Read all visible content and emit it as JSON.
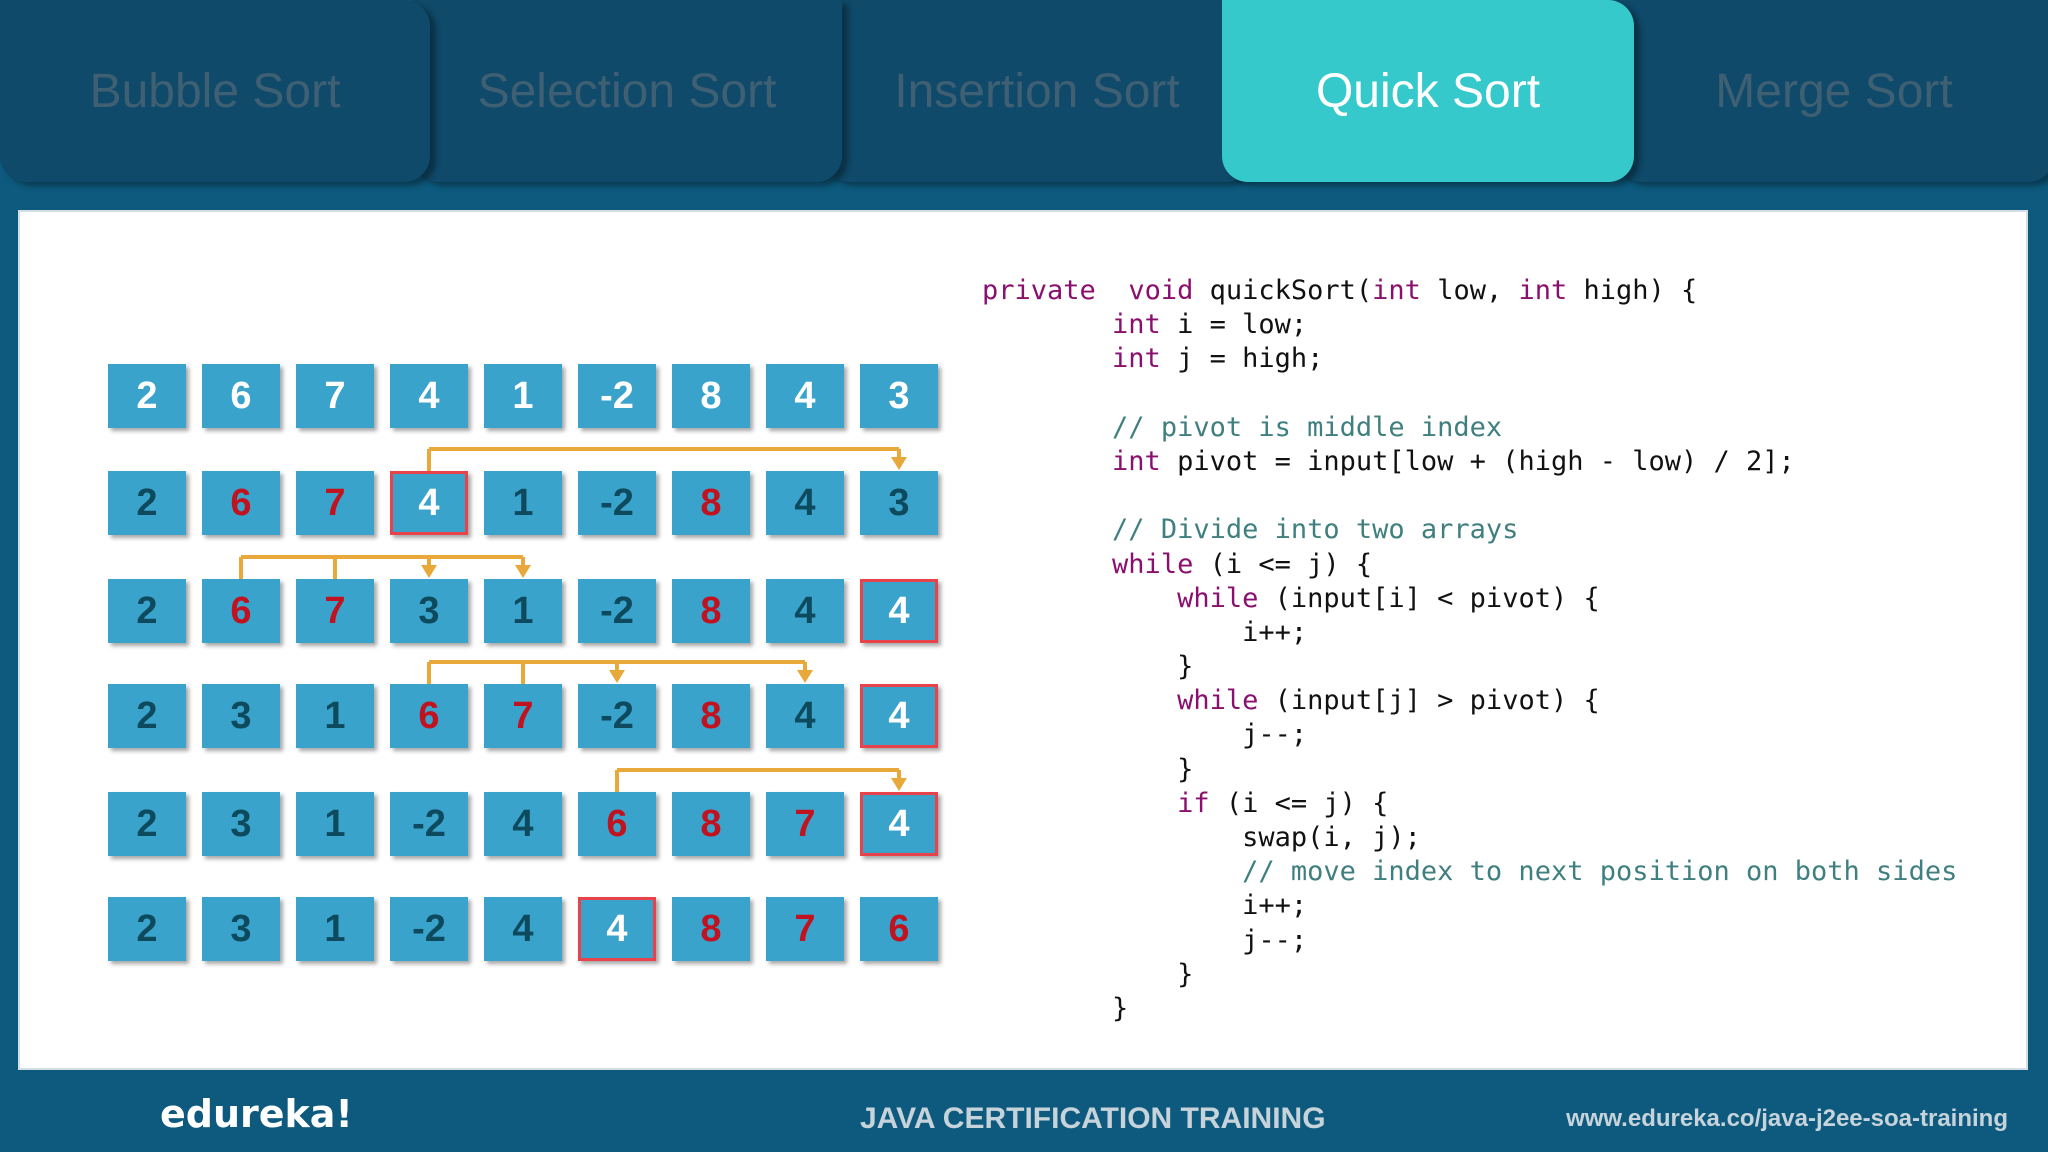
{
  "tabs": [
    {
      "label": "Bubble Sort",
      "active": false
    },
    {
      "label": "Selection Sort",
      "active": false
    },
    {
      "label": "Insertion Sort",
      "active": false
    },
    {
      "label": "Quick Sort",
      "active": true
    },
    {
      "label": "Merge Sort",
      "active": false
    }
  ],
  "grid": {
    "rows": [
      [
        {
          "v": "2",
          "c": "white"
        },
        {
          "v": "6",
          "c": "white"
        },
        {
          "v": "7",
          "c": "white"
        },
        {
          "v": "4",
          "c": "white"
        },
        {
          "v": "1",
          "c": "white"
        },
        {
          "v": "-2",
          "c": "white"
        },
        {
          "v": "8",
          "c": "white"
        },
        {
          "v": "4",
          "c": "white"
        },
        {
          "v": "3",
          "c": "white"
        }
      ],
      [
        {
          "v": "2",
          "c": "dark"
        },
        {
          "v": "6",
          "c": "red"
        },
        {
          "v": "7",
          "c": "red"
        },
        {
          "v": "4",
          "c": "white",
          "boxed": true
        },
        {
          "v": "1",
          "c": "dark"
        },
        {
          "v": "-2",
          "c": "dark"
        },
        {
          "v": "8",
          "c": "red"
        },
        {
          "v": "4",
          "c": "dark"
        },
        {
          "v": "3",
          "c": "dark"
        }
      ],
      [
        {
          "v": "2",
          "c": "dark"
        },
        {
          "v": "6",
          "c": "red"
        },
        {
          "v": "7",
          "c": "red"
        },
        {
          "v": "3",
          "c": "dark"
        },
        {
          "v": "1",
          "c": "dark"
        },
        {
          "v": "-2",
          "c": "dark"
        },
        {
          "v": "8",
          "c": "red"
        },
        {
          "v": "4",
          "c": "dark"
        },
        {
          "v": "4",
          "c": "white",
          "boxed": true
        }
      ],
      [
        {
          "v": "2",
          "c": "dark"
        },
        {
          "v": "3",
          "c": "dark"
        },
        {
          "v": "1",
          "c": "dark"
        },
        {
          "v": "6",
          "c": "red"
        },
        {
          "v": "7",
          "c": "red"
        },
        {
          "v": "-2",
          "c": "dark"
        },
        {
          "v": "8",
          "c": "red"
        },
        {
          "v": "4",
          "c": "dark"
        },
        {
          "v": "4",
          "c": "white",
          "boxed": true
        }
      ],
      [
        {
          "v": "2",
          "c": "dark"
        },
        {
          "v": "3",
          "c": "dark"
        },
        {
          "v": "1",
          "c": "dark"
        },
        {
          "v": "-2",
          "c": "dark"
        },
        {
          "v": "4",
          "c": "dark"
        },
        {
          "v": "6",
          "c": "red"
        },
        {
          "v": "8",
          "c": "red"
        },
        {
          "v": "7",
          "c": "red"
        },
        {
          "v": "4",
          "c": "white",
          "boxed": true
        }
      ],
      [
        {
          "v": "2",
          "c": "dark"
        },
        {
          "v": "3",
          "c": "dark"
        },
        {
          "v": "1",
          "c": "dark"
        },
        {
          "v": "-2",
          "c": "dark"
        },
        {
          "v": "4",
          "c": "dark"
        },
        {
          "v": "4",
          "c": "white",
          "boxed": true
        },
        {
          "v": "8",
          "c": "red"
        },
        {
          "v": "7",
          "c": "red"
        },
        {
          "v": "6",
          "c": "red"
        }
      ]
    ],
    "arrows": [
      {
        "gap": 1,
        "from": 3,
        "to": 8,
        "arrowhead_at": [
          8
        ]
      },
      {
        "gap": 2,
        "from": 1,
        "to": 4,
        "joints": [
          2
        ],
        "arrowhead_at": [
          3,
          4
        ]
      },
      {
        "gap": 3,
        "from": 3,
        "to": 7,
        "joints": [
          4
        ],
        "arrowhead_at": [
          5,
          7
        ]
      },
      {
        "gap": 4,
        "from": 5,
        "to": 8,
        "arrowhead_at": [
          8
        ]
      }
    ]
  },
  "code": {
    "lines": [
      [
        [
          "kw",
          "private"
        ],
        [
          "",
          "  "
        ],
        [
          "kw",
          "void"
        ],
        [
          "",
          " quickSort("
        ],
        [
          "kw",
          "int"
        ],
        [
          "",
          " low, "
        ],
        [
          "kw",
          "int"
        ],
        [
          "",
          " high) {"
        ]
      ],
      [
        [
          "",
          "        "
        ],
        [
          "kw",
          "int"
        ],
        [
          "",
          " i = low;"
        ]
      ],
      [
        [
          "",
          "        "
        ],
        [
          "kw",
          "int"
        ],
        [
          "",
          " j = high;"
        ]
      ],
      [
        [
          "",
          ""
        ]
      ],
      [
        [
          "",
          "        "
        ],
        [
          "cm",
          "// pivot is middle index"
        ]
      ],
      [
        [
          "",
          "        "
        ],
        [
          "kw",
          "int"
        ],
        [
          "",
          " pivot = input[low + (high - low) / 2];"
        ]
      ],
      [
        [
          "",
          ""
        ]
      ],
      [
        [
          "",
          "        "
        ],
        [
          "cm",
          "// Divide into two arrays"
        ]
      ],
      [
        [
          "",
          "        "
        ],
        [
          "kw",
          "while"
        ],
        [
          "",
          " (i <= j) {"
        ]
      ],
      [
        [
          "",
          "            "
        ],
        [
          "kw",
          "while"
        ],
        [
          "",
          " (input[i] < pivot) {"
        ]
      ],
      [
        [
          "",
          "                i++;"
        ]
      ],
      [
        [
          "",
          "            }"
        ]
      ],
      [
        [
          "",
          "            "
        ],
        [
          "kw",
          "while"
        ],
        [
          "",
          " (input[j] > pivot) {"
        ]
      ],
      [
        [
          "",
          "                j--;"
        ]
      ],
      [
        [
          "",
          "            }"
        ]
      ],
      [
        [
          "",
          "            "
        ],
        [
          "kw",
          "if"
        ],
        [
          "",
          " (i <= j) {"
        ]
      ],
      [
        [
          "",
          "                swap(i, j);"
        ]
      ],
      [
        [
          "",
          "                "
        ],
        [
          "cm",
          "// move index to next position on both sides"
        ]
      ],
      [
        [
          "",
          "                i++;"
        ]
      ],
      [
        [
          "",
          "                j--;"
        ]
      ],
      [
        [
          "",
          "            }"
        ]
      ],
      [
        [
          "",
          "        }"
        ]
      ]
    ]
  },
  "footer": {
    "logo": "edureka!",
    "course": "JAVA CERTIFICATION TRAINING",
    "site": "www.edureka.co/java-j2ee-soa-training"
  },
  "colors": {
    "background": "#0d5a7e",
    "tab": "#0f4a6a",
    "tab_active": "#36c9cc",
    "cell": "#3aa3cc",
    "cell_text_dark": "#0e4a5e",
    "cell_text_red": "#c1121f",
    "highlight_border": "#e8434b",
    "arrow": "#e8a93a",
    "keyword": "#8b0f6e",
    "comment": "#3f7f7f"
  }
}
